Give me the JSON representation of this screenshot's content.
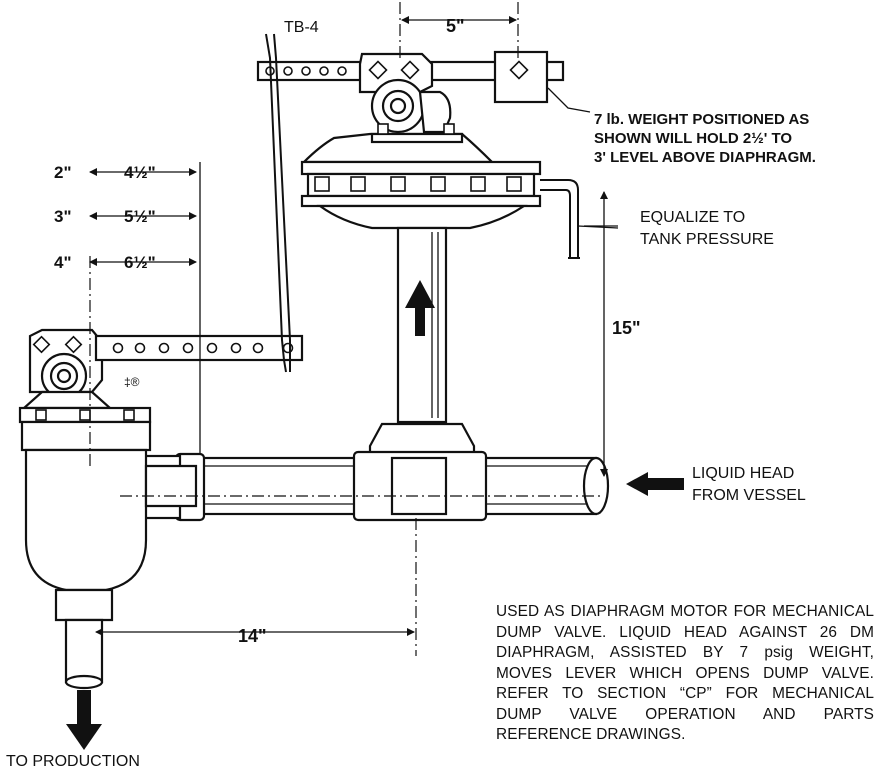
{
  "labels": {
    "lever_tag": "TB-4",
    "top_dim": "5\"",
    "weight_note_1": "7 lb. WEIGHT POSITIONED AS",
    "weight_note_2": "SHOWN WILL HOLD 2½' TO",
    "weight_note_3": "3' LEVEL ABOVE DIAPHRAGM.",
    "equalize_1": "EQUALIZE TO",
    "equalize_2": "TANK PRESSURE",
    "height_dim": "15\"",
    "liquid_1": "LIQUID HEAD",
    "liquid_2": "FROM VESSEL",
    "bottom_dim": "14\"",
    "to_production": "TO PRODUCTION",
    "mark": "‡®"
  },
  "size_table": [
    {
      "size": "2\"",
      "dim": "4½\""
    },
    {
      "size": "3\"",
      "dim": "5½\""
    },
    {
      "size": "4\"",
      "dim": "6½\""
    }
  ],
  "description": "USED AS DIAPHRAGM MOTOR FOR MECHANICAL DUMP VALVE. LIQUID HEAD AGAINST 26 DM DIAPHRAGM, ASSISTED BY 7 psig WEIGHT, MOVES LEVER WHICH OPENS DUMP VALVE. REFER TO SECTION “CP” FOR MECHANICAL DUMP VALVE OPERATION AND PARTS REFERENCE DRAWINGS."
}
